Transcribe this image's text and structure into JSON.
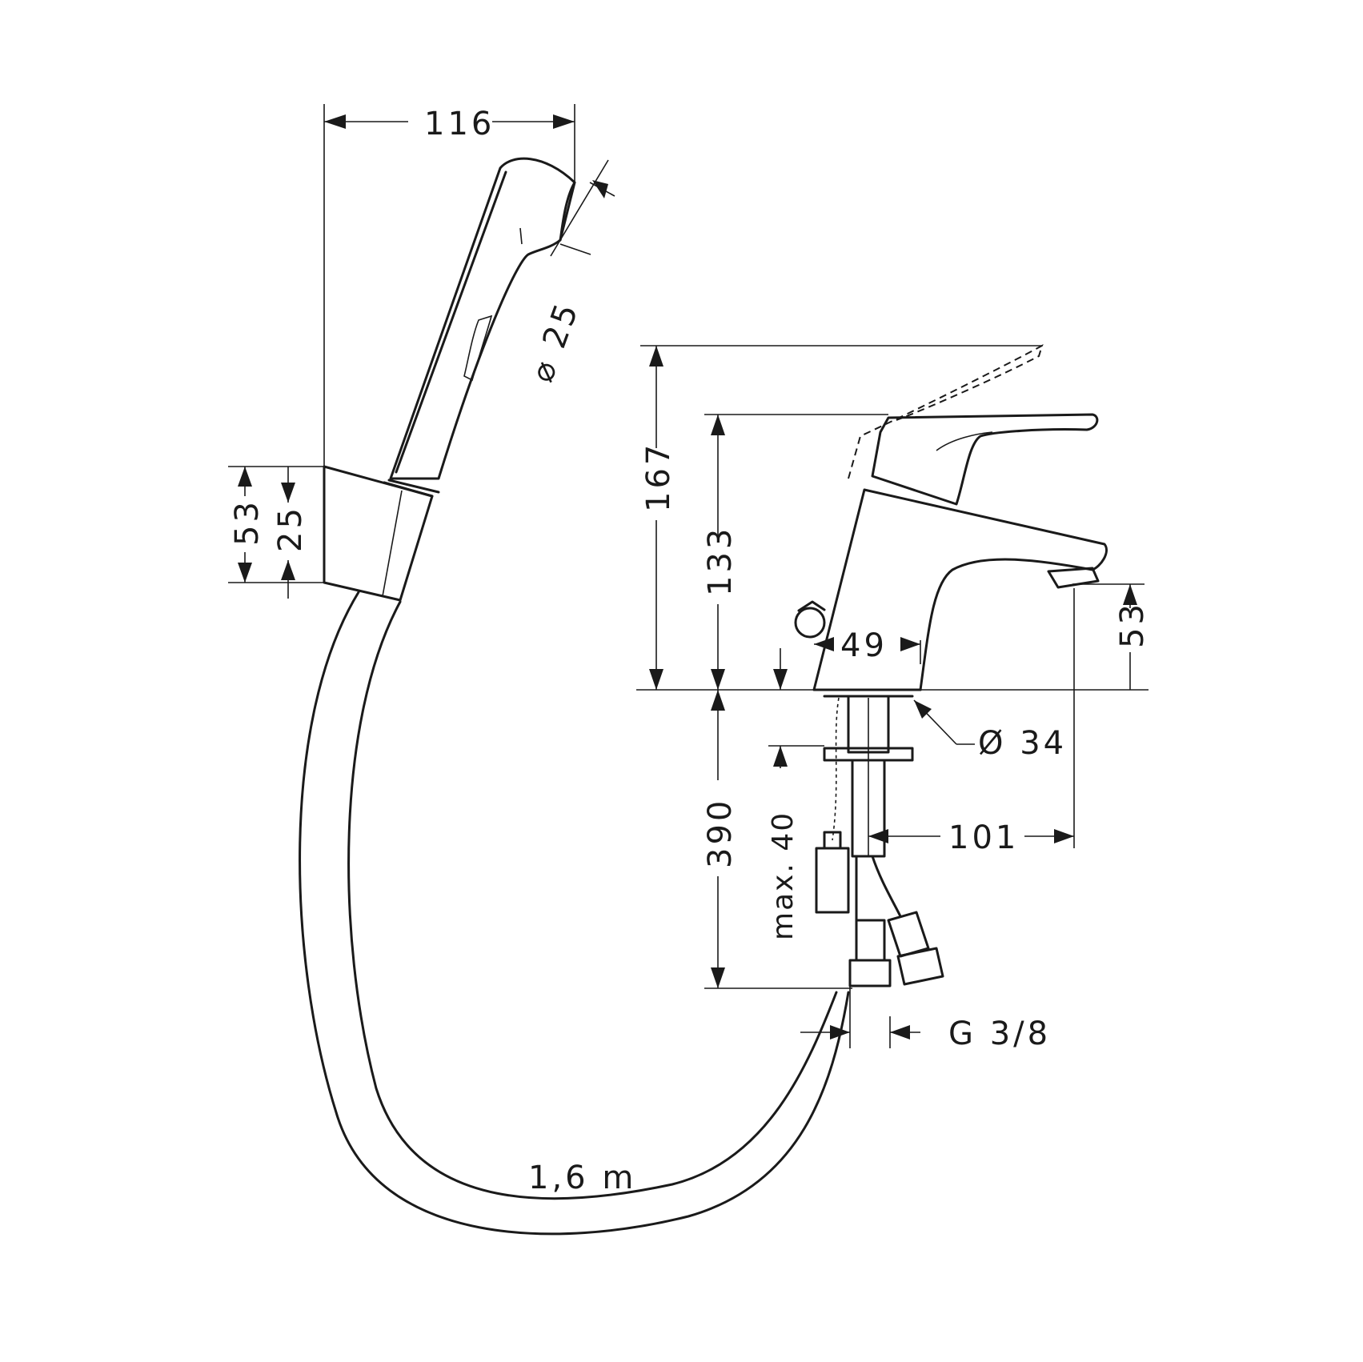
{
  "dimensions": {
    "handshower_length": "116",
    "nozzle_diameter": "⌀ 25",
    "holder_height": "53",
    "holder_inner": "25",
    "lever_height": "167",
    "spout_height": "133",
    "outlet_height": "53",
    "body_width": "49",
    "base_diameter": "Ø 34",
    "thread": "G 3/8",
    "reach": "101",
    "connection_length": "390",
    "max_mounting": "max. 40",
    "hose_length": "1,6 m"
  },
  "colors": {
    "line": "#1a1a1a",
    "background": "#ffffff"
  }
}
